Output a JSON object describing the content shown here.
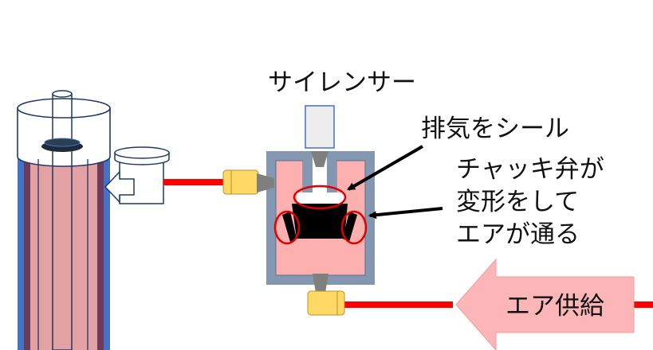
{
  "labels": {
    "silencer": "サイレンサー",
    "seal_exhaust": "排気をシール",
    "check_valve_line1": "チャッキ弁が",
    "check_valve_line2": "変形をして",
    "check_valve_line3": "エアが通る",
    "air_supply": "エア供給"
  },
  "colors": {
    "cylinder_blue": "#4472c4",
    "cylinder_body": "#e3a1a4",
    "cylinder_dark": "#6e3a5a",
    "valve_housing": "#8497b0",
    "valve_chamber": "#fdb0b0",
    "tube_red": "#ff0000",
    "fitting_yellow": "#ffd966",
    "fitting_gray": "#7f7f7f",
    "silencer_gray": "#ededed",
    "arrow_pink": "#fcb6b8",
    "highlight_red": "#e00000",
    "outline_navy": "#203864"
  }
}
